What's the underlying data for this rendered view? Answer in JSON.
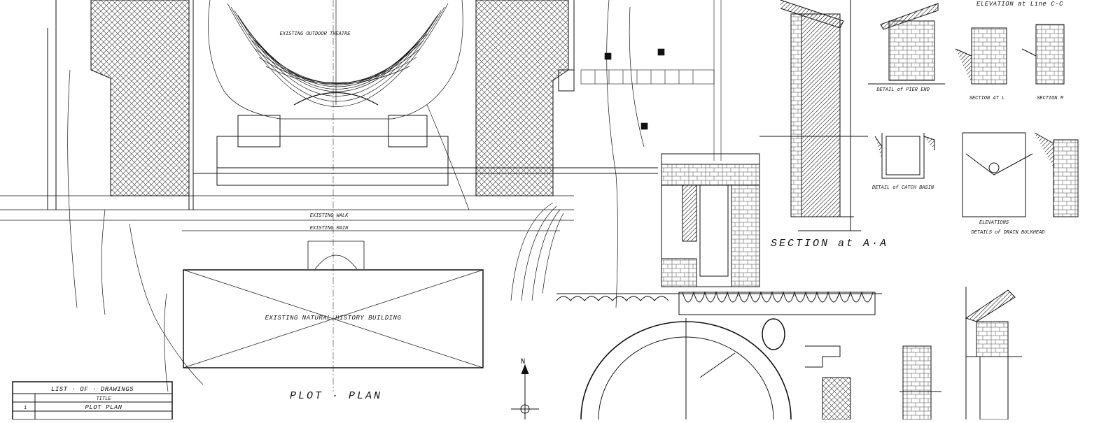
{
  "plot_plan": {
    "title": "PLOT · PLAN",
    "theatre_label": "EXISTING OUTDOOR THEATRE",
    "building_label": "EXISTING NATURAL HISTORY BUILDING",
    "walk_label": "EXISTING WALK",
    "main_label": "EXISTING MAIN"
  },
  "drawing_list": {
    "heading": "LIST · OF · DRAWINGS",
    "col_title": "TITLE",
    "rows": [
      {
        "num": "1",
        "title": "PLOT PLAN"
      }
    ]
  },
  "north_arrow": {
    "letter": "N"
  },
  "sections": {
    "elevation_cc": "ELEVATION at Line C-C",
    "section_aa": "SECTION at A·A",
    "section_l": "SECTION AT L",
    "section_m": "SECTION M",
    "detail_pier_end": "DETAIL of PIER END",
    "detail_catch_basin": "DETAIL of CATCH BASIN",
    "detail_drain_bulkhead": "DETAILS of DRAIN BULKHEAD",
    "elevations": "ELEVATIONS"
  }
}
